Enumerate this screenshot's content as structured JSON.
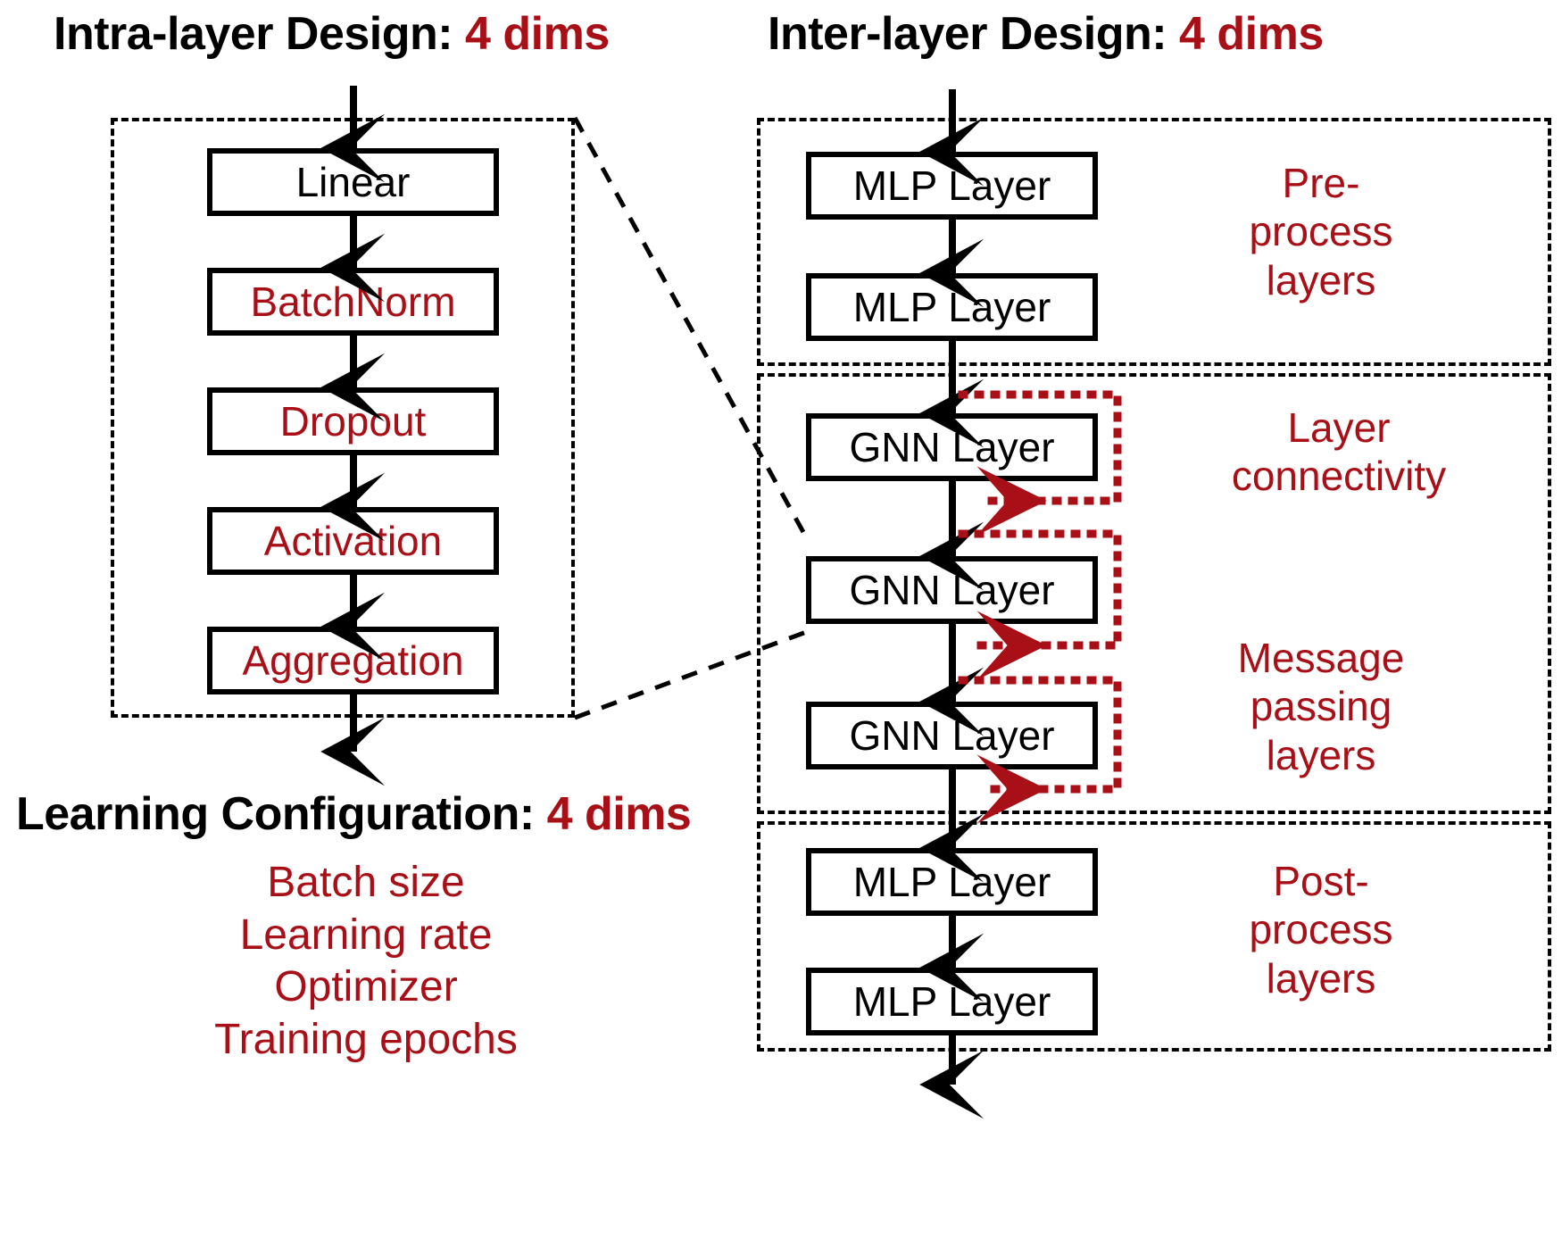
{
  "colors": {
    "accent_red": "#a80f16",
    "text_black": "#000000",
    "background": "#ffffff"
  },
  "titles": {
    "intra_layer": "Intra-layer Design: ",
    "intra_layer_accent": "4 dims",
    "inter_layer": "Inter-layer Design: ",
    "inter_layer_accent": "4 dims",
    "learning_config": "Learning Configuration: ",
    "learning_config_accent": "4 dims"
  },
  "intra_layer": {
    "nodes": [
      {
        "label": "Linear",
        "color": "black"
      },
      {
        "label": "BatchNorm",
        "color": "red"
      },
      {
        "label": "Dropout",
        "color": "red"
      },
      {
        "label": "Activation",
        "color": "red"
      },
      {
        "label": "Aggregation",
        "color": "red"
      }
    ]
  },
  "learning_config": {
    "items": "Batch size\nLearning rate\nOptimizer\nTraining epochs"
  },
  "inter_layer": {
    "groups": [
      {
        "key": "preprocess",
        "label": "Pre-\nprocess\nlayers"
      },
      {
        "key": "connectivity",
        "label": "Layer\nconnectivity"
      },
      {
        "key": "message_passing",
        "label": "Message\npassing\nlayers"
      },
      {
        "key": "postprocess",
        "label": "Post-\nprocess\nlayers"
      }
    ],
    "nodes": [
      {
        "label": "MLP Layer",
        "group": "preprocess"
      },
      {
        "label": "MLP Layer",
        "group": "preprocess"
      },
      {
        "label": "GNN Layer",
        "group": "message_passing"
      },
      {
        "label": "GNN Layer",
        "group": "message_passing"
      },
      {
        "label": "GNN Layer",
        "group": "message_passing"
      },
      {
        "label": "MLP Layer",
        "group": "postprocess"
      },
      {
        "label": "MLP Layer",
        "group": "postprocess"
      }
    ],
    "skip_connections": 3
  }
}
